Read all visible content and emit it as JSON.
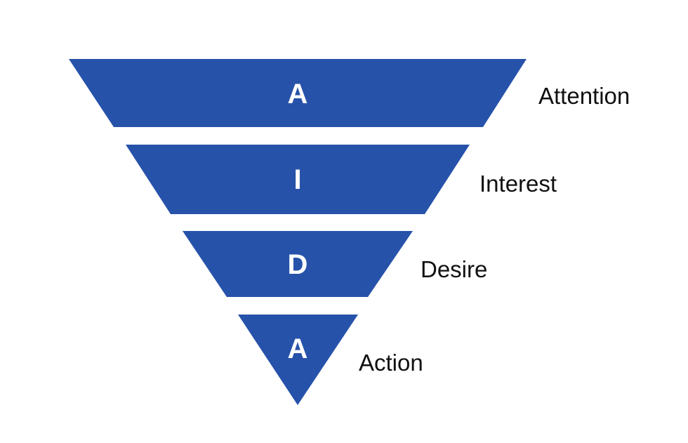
{
  "colors": {
    "funnel_fill": "#2652aa",
    "letter_color": "#ffffff",
    "label_color": "#111111",
    "background": "#ffffff"
  },
  "stages": [
    {
      "letter": "A",
      "label": "Attention"
    },
    {
      "letter": "I",
      "label": "Interest"
    },
    {
      "letter": "D",
      "label": "Desire"
    },
    {
      "letter": "A",
      "label": "Action"
    }
  ]
}
